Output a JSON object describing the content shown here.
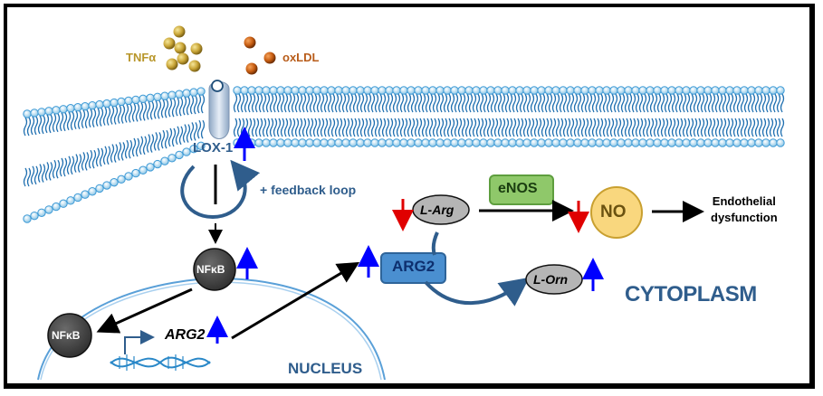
{
  "ligands": {
    "tnf": "TNFα",
    "oxldl": "oxLDL"
  },
  "receptor": {
    "name": "LOX-1",
    "change": "up"
  },
  "feedback": "+ feedback loop",
  "nfkb": {
    "cytoplasm_label": "NFκB",
    "nucleus_label": "NFκB",
    "change": "up"
  },
  "gene": {
    "name": "ARG2",
    "change": "up"
  },
  "enzyme_arg2": {
    "name": "ARG2",
    "change": "up"
  },
  "substrate": {
    "name": "L-Arg",
    "change": "down"
  },
  "product_orn": {
    "name": "L-Orn",
    "change": "up"
  },
  "enzyme_enos": {
    "name": "eNOS"
  },
  "no": {
    "name": "NO",
    "change": "down"
  },
  "outcome": {
    "line1": "Endothelial",
    "line2": "dysfunction"
  },
  "compartments": {
    "cytoplasm": "CYTOPLASM",
    "nucleus": "NUCLEUS"
  },
  "colors": {
    "up_arrow": "#0000ff",
    "down_arrow": "#e00000",
    "membrane": "#1f6fb0",
    "dark_blue_text": "#2f5d8c",
    "tnf_color": "#b8962a",
    "oxldl_color": "#b85c1a",
    "enos_fill": "#8fc86a",
    "no_fill": "#f9d77e",
    "arg2_fill": "#4a8fd0"
  }
}
